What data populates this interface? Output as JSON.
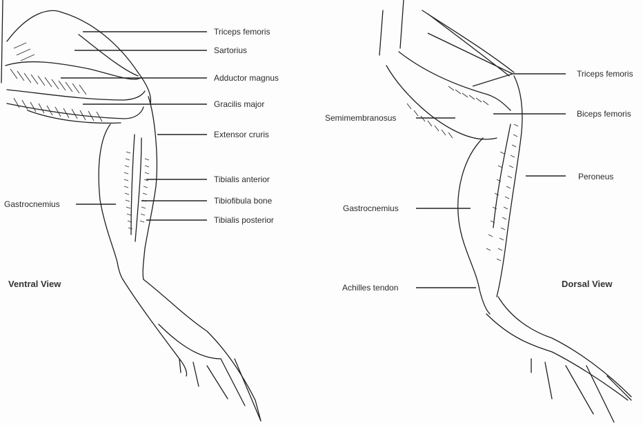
{
  "figure": {
    "views": [
      {
        "id": "ventral",
        "title": "Ventral View",
        "labels": [
          {
            "text": "Triceps femoris",
            "side": "right"
          },
          {
            "text": "Sartorius",
            "side": "right"
          },
          {
            "text": "Adductor magnus",
            "side": "right"
          },
          {
            "text": "Gracilis major",
            "side": "right"
          },
          {
            "text": "Extensor cruris",
            "side": "right"
          },
          {
            "text": "Tibialis anterior",
            "side": "right"
          },
          {
            "text": "Tibiofibula bone",
            "side": "right"
          },
          {
            "text": "Tibialis posterior",
            "side": "right"
          },
          {
            "text": "Gastrocnemius",
            "side": "left"
          }
        ]
      },
      {
        "id": "dorsal",
        "title": "Dorsal View",
        "labels": [
          {
            "text": "Triceps femoris",
            "side": "right"
          },
          {
            "text": "Biceps femoris",
            "side": "right"
          },
          {
            "text": "Peroneus",
            "side": "right"
          },
          {
            "text": "Semimembranosus",
            "side": "left"
          },
          {
            "text": "Gastrocnemius",
            "side": "left"
          },
          {
            "text": "Achilles tendon",
            "side": "left"
          }
        ]
      }
    ]
  }
}
